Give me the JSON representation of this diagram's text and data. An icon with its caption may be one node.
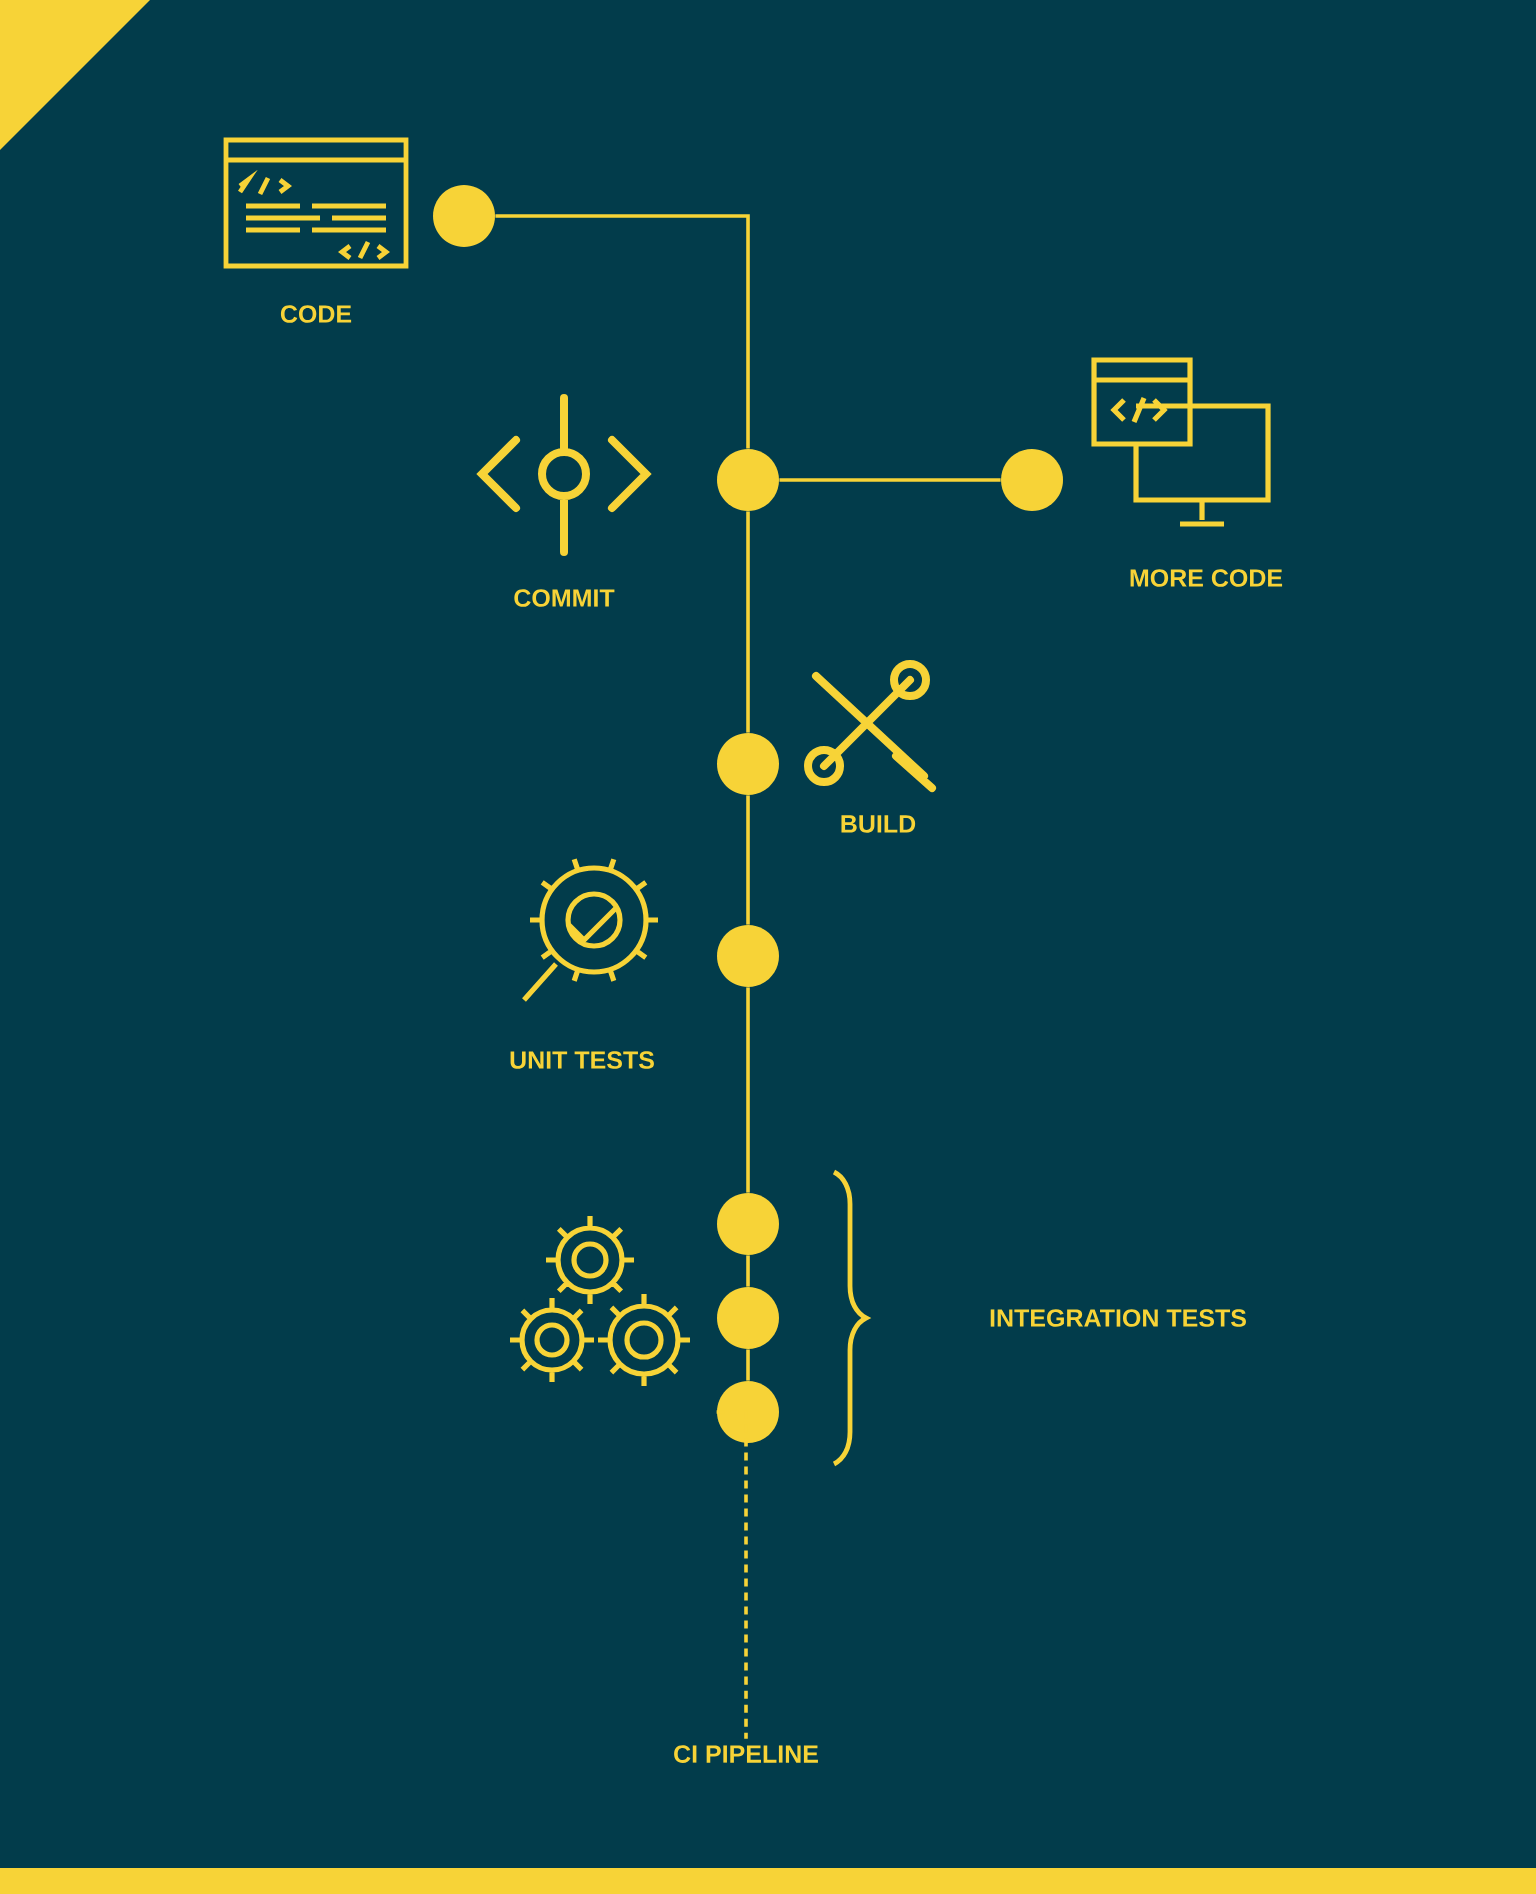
{
  "diagram": {
    "nodes": [
      {
        "text": [],
        "shape": "circle"
      },
      {
        "text": [],
        "shape": "circle"
      },
      {
        "text": [],
        "shape": "circle"
      },
      {
        "text": [],
        "shape": "circle"
      },
      {
        "text": [],
        "shape": "circle"
      },
      {
        "text": [],
        "shape": "circle"
      },
      {
        "text": [],
        "shape": "circle"
      },
      {
        "text": [],
        "shape": "circle"
      },
      {
        "text": [
          "CI PIPELINE"
        ]
      }
    ],
    "edges": [
      {
        "from": 0,
        "to": 1,
        "arrow": "none"
      },
      {
        "from": 1,
        "to": 2,
        "arrow": "none"
      },
      {
        "from": 1,
        "to": 3,
        "arrow": "none"
      },
      {
        "from": 3,
        "to": 4,
        "arrow": "none"
      },
      {
        "from": 4,
        "to": 5,
        "arrow": "none"
      },
      {
        "from": 5,
        "to": 6,
        "arrow": "none"
      },
      {
        "from": 6,
        "to": 7,
        "arrow": "none"
      },
      {
        "from": 7,
        "to": 8,
        "arrow": "none",
        "style": "dashed"
      }
    ],
    "labels": [
      "CODE",
      "COMMIT",
      "MORE CODE",
      "BUILD",
      "UNIT TESTS",
      "INTEGRATION TESTS"
    ]
  }
}
